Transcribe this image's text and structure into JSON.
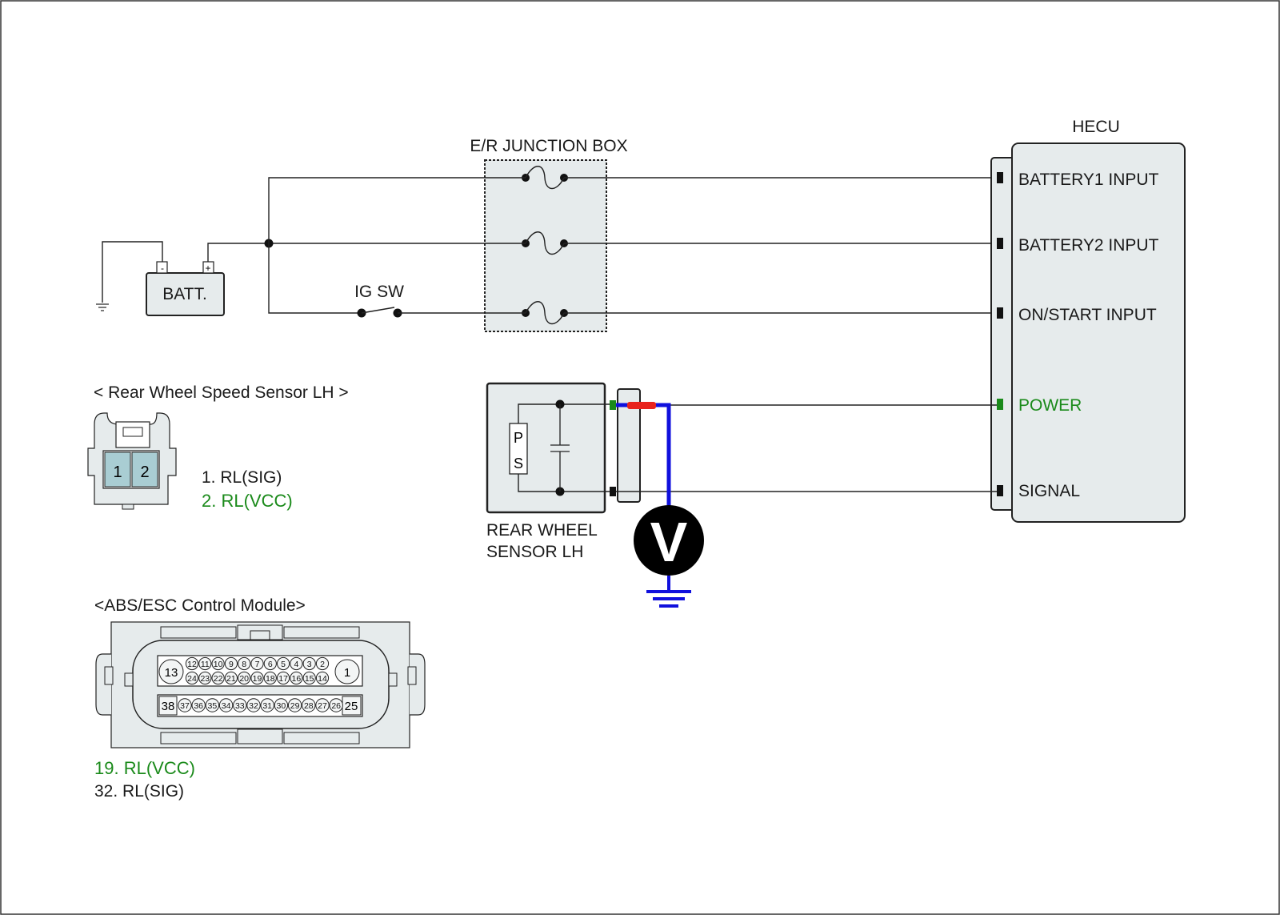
{
  "colors": {
    "accent_green": "#1a8a1a",
    "probe_blue": "#1010dd",
    "probe_red": "#e8231d",
    "pin_highlight": "#a9cdd3",
    "component_fill": "#e6ebec"
  },
  "junction_box": {
    "title": "E/R JUNCTION BOX"
  },
  "battery": {
    "label": "BATT.",
    "neg": "-",
    "pos": "+"
  },
  "ig_switch": {
    "label": "IG SW"
  },
  "hecu": {
    "title": "HECU",
    "pins": {
      "battery1": "BATTERY1 INPUT",
      "battery2": "BATTERY2 INPUT",
      "on_start": "ON/START INPUT",
      "power": "POWER",
      "signal": "SIGNAL"
    }
  },
  "sensor": {
    "line1": "REAR WHEEL",
    "line2": "SENSOR LH",
    "ps_p": "P",
    "ps_s": "S"
  },
  "voltmeter": {
    "label": "V"
  },
  "sensor_connector": {
    "title": "< Rear Wheel Speed Sensor LH >",
    "pin1": "1",
    "pin2": "2",
    "legend": [
      "1. RL(SIG)",
      "2. RL(VCC)"
    ]
  },
  "module_connector": {
    "title": "<ABS/ESC Control Module>",
    "row1_big_left": "13",
    "row1_big_right": "1",
    "row1_top": [
      "12",
      "11",
      "10",
      "9",
      "8",
      "7",
      "6",
      "5",
      "4",
      "3",
      "2"
    ],
    "row1_bottom": [
      "24",
      "23",
      "22",
      "21",
      "20",
      "19",
      "18",
      "17",
      "16",
      "15",
      "14"
    ],
    "row2_big_left": "38",
    "row2_big_right": "25",
    "row2": [
      "37",
      "36",
      "35",
      "34",
      "33",
      "32",
      "31",
      "30",
      "29",
      "28",
      "27",
      "26"
    ],
    "highlighted_pins": [
      "19",
      "32"
    ],
    "legend": [
      "19. RL(VCC)",
      "32. RL(SIG)"
    ]
  }
}
